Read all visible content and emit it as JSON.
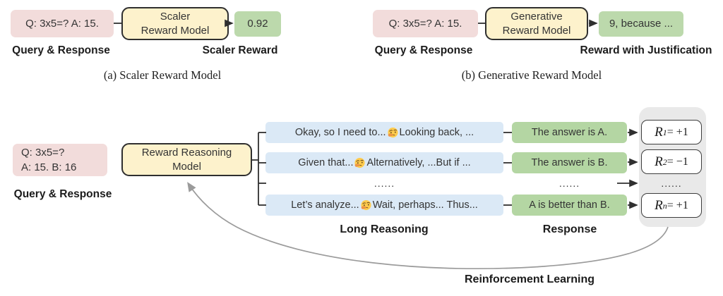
{
  "panel_a": {
    "query": "Q: 3x5=? A: 15.",
    "model_line1": "Scaler",
    "model_line2": "Reward Model",
    "output": "0.92",
    "query_label": "Query & Response",
    "output_label": "Scaler Reward",
    "caption": "(a) Scaler Reward Model"
  },
  "panel_b": {
    "query": "Q: 3x5=? A: 15.",
    "model_line1": "Generative",
    "model_line2": "Reward Model",
    "output": "9, because ...",
    "query_label": "Query & Response",
    "output_label": "Reward with Justification",
    "caption": "(b) Generative Reward Model"
  },
  "panel_c": {
    "query_line1": "Q: 3x5=?",
    "query_line2": "A: 15. B: 16",
    "query_label": "Query & Response",
    "model_line1": "Reward Reasoning",
    "model_line2": "Model",
    "rows": [
      {
        "reasoning_pre": "Okay, so I need to...",
        "reasoning_post": "Looking back, ...",
        "response": "The answer is A.",
        "reward_var": "R",
        "reward_sub": "1",
        "reward_eq": " = +1"
      },
      {
        "reasoning_pre": "Given that...",
        "reasoning_post": "Alternatively, ...But if ...",
        "response": "The answer is B.",
        "reward_var": "R",
        "reward_sub": "2",
        "reward_eq": " = −1"
      },
      {
        "reasoning_dots": "......",
        "response_dots": "......",
        "reward_dots": "......"
      },
      {
        "reasoning_pre": "Let’s analyze... ",
        "reasoning_post": "Wait, perhaps... Thus...",
        "response": "A is better than B.",
        "reward_var": "R",
        "reward_sub": "n",
        "reward_eq": " = +1"
      }
    ],
    "reasoning_label": "Long Reasoning",
    "response_label": "Response",
    "rl_label": "Reinforcement Learning",
    "emoji_icon": "thinking-face"
  },
  "colors": {
    "pink": "#f2dcdb",
    "yellow": "#fdf2cc",
    "green": "#b4d6a3",
    "blue": "#dbe9f6",
    "gray_container": "#e9e9e9",
    "dark_line": "#2f2f2f",
    "gray_arrow": "#9b9b9b"
  }
}
